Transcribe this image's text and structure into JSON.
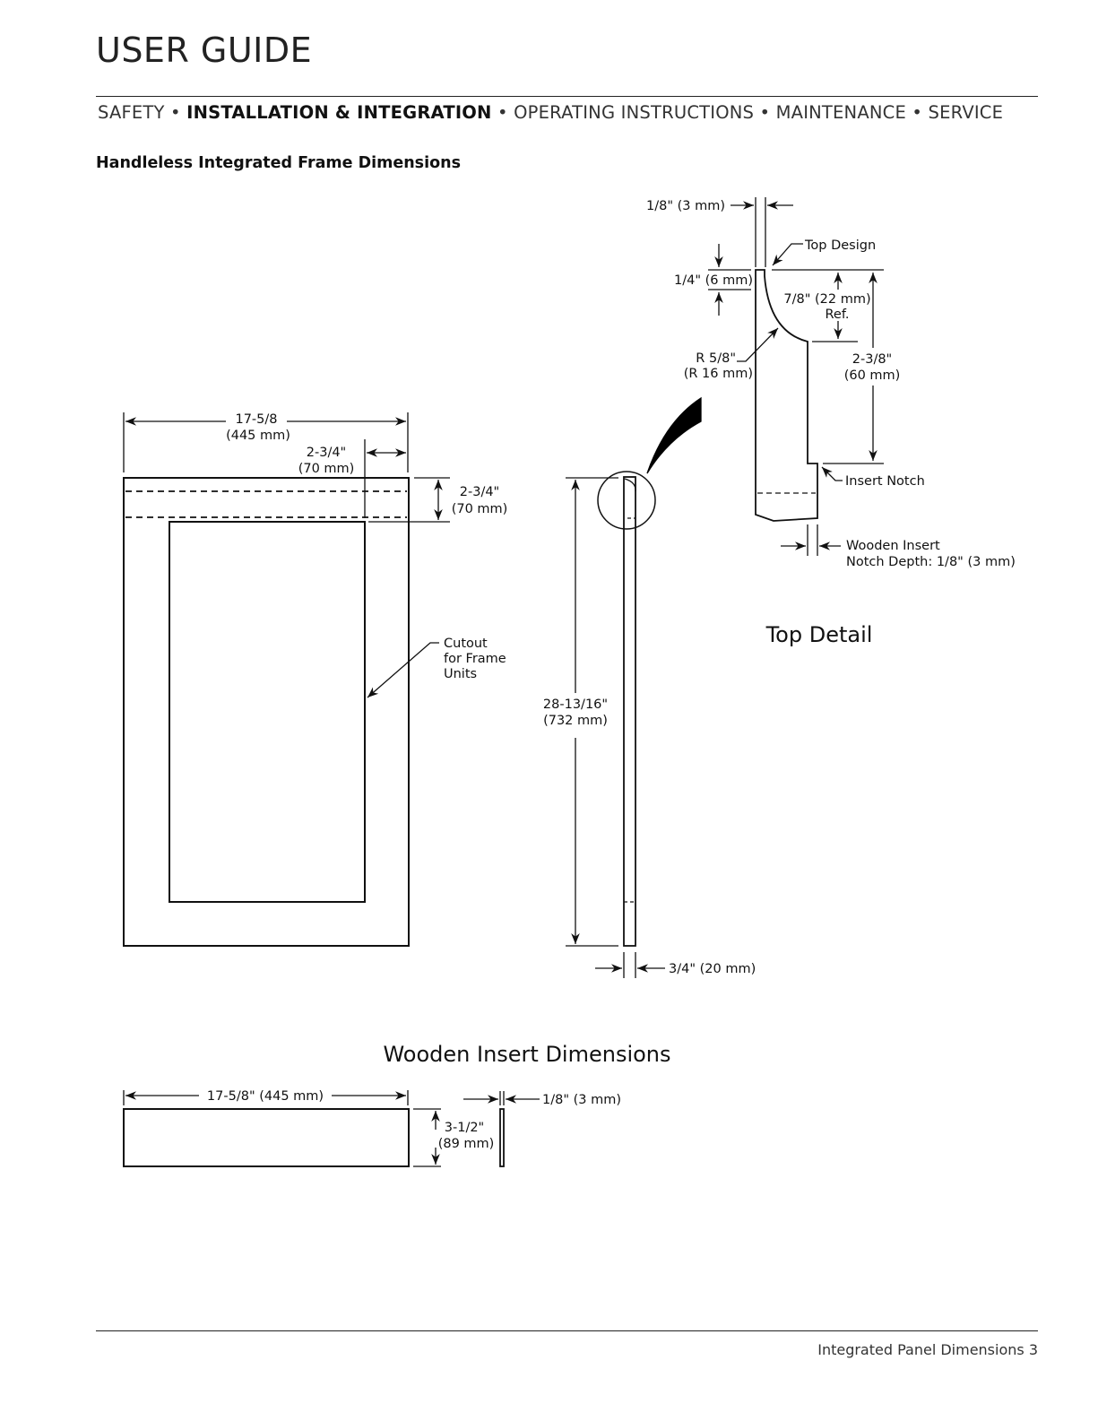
{
  "header": {
    "title": "USER GUIDE",
    "nav": {
      "safety": "SAFETY",
      "installation": "INSTALLATION & INTEGRATION",
      "operating": "OPERATING INSTRUCTIONS",
      "maintenance": "MAINTENANCE",
      "service": "SERVICE",
      "separator": "•"
    }
  },
  "section_heading": "Handleless Integrated Frame Dimensions",
  "frame": {
    "width_line1": "17-5/8",
    "width_line2": "(445 mm)",
    "side_rail_line1": "2-3/4\"",
    "side_rail_line2": "(70 mm)",
    "top_rail_line1": "2-3/4\"",
    "top_rail_line2": "(70 mm)",
    "cutout_line1": "Cutout",
    "cutout_line2": "for Frame",
    "cutout_line3": "Units"
  },
  "side_view": {
    "height_line1": "28-13/16\"",
    "height_line2": "(732 mm)",
    "thickness": "3/4\" (20 mm)"
  },
  "top_detail": {
    "title": "Top Detail",
    "lip_width": "1/8\" (3 mm)",
    "top_design": "Top Design",
    "lip_height": "1/4\" (6 mm)",
    "curve_depth_line1": "7/8\" (22 mm)",
    "curve_depth_line2": "Ref.",
    "radius_line1": "R 5/8\"",
    "radius_line2": "(R 16 mm)",
    "notch_height_line1": "2-3/8\"",
    "notch_height_line2": "(60 mm)",
    "insert_notch": "Insert Notch",
    "notch_depth_line1": "Wooden Insert",
    "notch_depth_line2": "Notch Depth: 1/8\" (3 mm)"
  },
  "wooden_insert": {
    "title": "Wooden Insert Dimensions",
    "width": "17-5/8\" (445 mm)",
    "height_line1": "3-1/2\"",
    "height_line2": "(89 mm)",
    "thickness": "1/8\" (3 mm)"
  },
  "footer": {
    "text": "Integrated Panel Dimensions 3"
  }
}
